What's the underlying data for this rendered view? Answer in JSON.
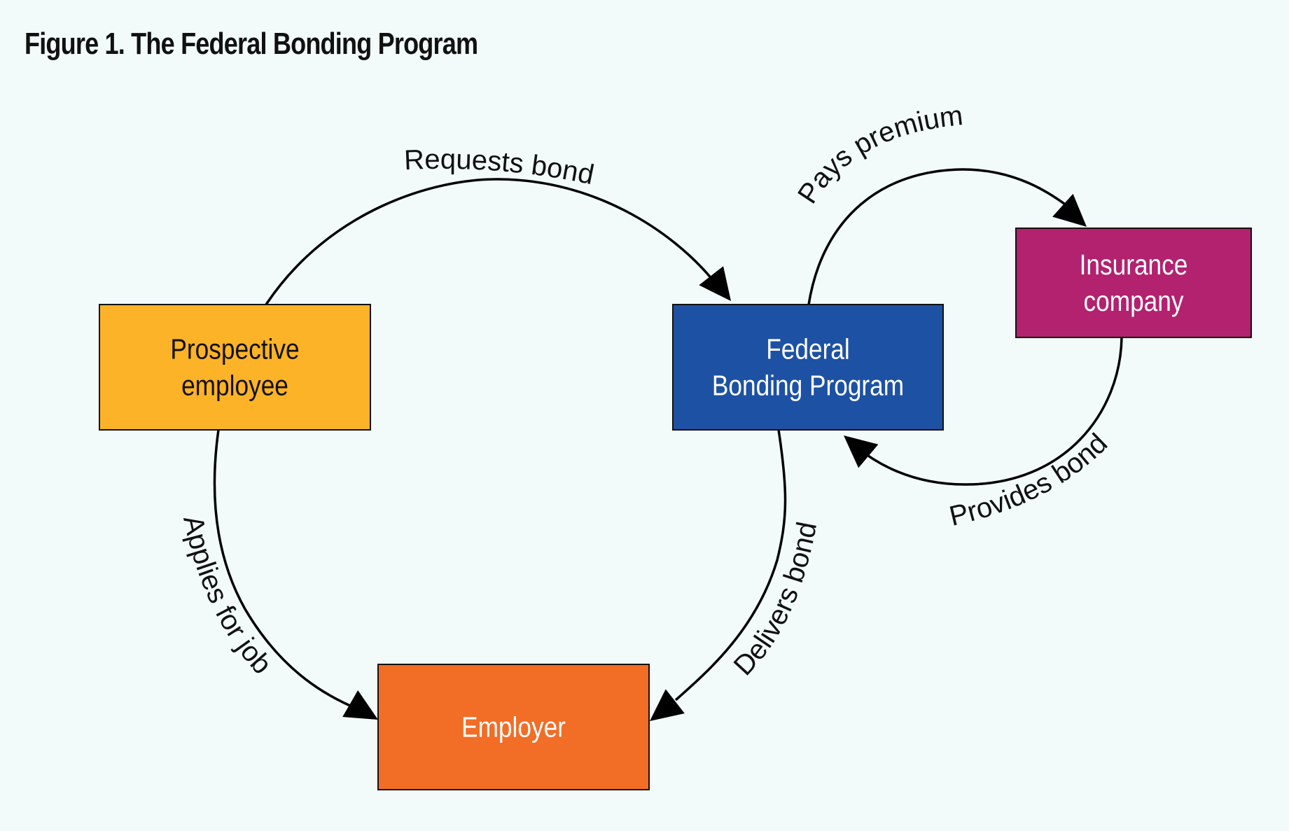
{
  "title": "Figure 1. The Federal Bonding Program",
  "nodes": [
    {
      "id": "prospective",
      "lines": [
        "Prospective",
        "employee"
      ],
      "fill": "#fdb327",
      "text_color": "#111111"
    },
    {
      "id": "federal",
      "lines": [
        "Federal",
        "Bonding Program"
      ],
      "fill": "#1d51a3",
      "text_color": "#ffffff"
    },
    {
      "id": "insurance",
      "lines": [
        "Insurance",
        "company"
      ],
      "fill": "#b2226f",
      "text_color": "#ffffff"
    },
    {
      "id": "employer",
      "lines": [
        "Employer"
      ],
      "fill": "#f26d26",
      "text_color": "#ffffff"
    }
  ],
  "edges": [
    {
      "id": "requests-bond",
      "from": "prospective",
      "to": "federal",
      "label": "Requests bond"
    },
    {
      "id": "pays-premium",
      "from": "federal",
      "to": "insurance",
      "label": "Pays premium"
    },
    {
      "id": "provides-bond",
      "from": "insurance",
      "to": "federal",
      "label": "Provides bond"
    },
    {
      "id": "delivers-bond",
      "from": "federal",
      "to": "employer",
      "label": "Delivers bond"
    },
    {
      "id": "applies-for-job",
      "from": "prospective",
      "to": "employer",
      "label": "Applies for job"
    }
  ]
}
